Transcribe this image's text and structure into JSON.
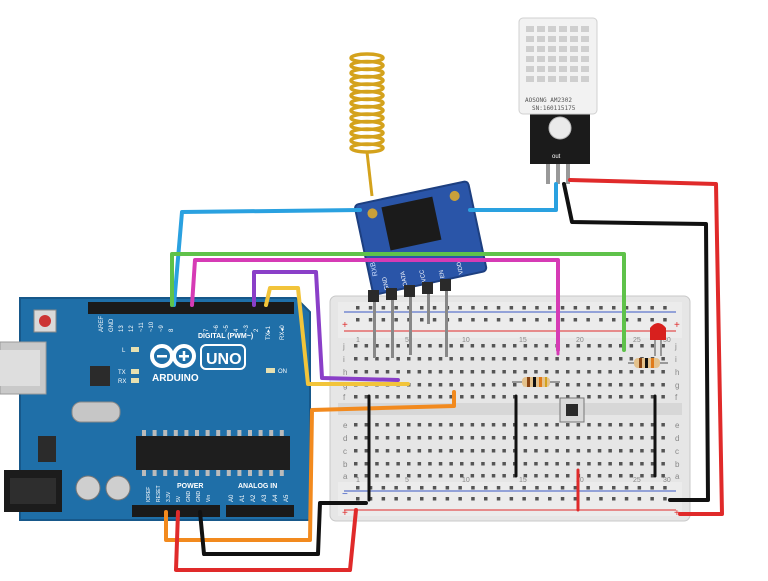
{
  "arduino": {
    "brand": "ARDUINO",
    "model": "UNO",
    "digital_label": "DIGITAL (PWM~)",
    "power_label": "POWER",
    "analog_label": "ANALOG IN",
    "tx_label": "TX",
    "rx_label": "RX",
    "l_label": "L",
    "on_label": "ON",
    "digital_pins": [
      "AREF",
      "GND",
      "13",
      "12",
      "~11",
      "~10",
      "~9",
      "8",
      "7",
      "~6",
      "~5",
      "4",
      "~3",
      "2",
      "TX▸1",
      "RX◂0"
    ],
    "power_pins": [
      "IOREF",
      "RESET",
      "3.3V",
      "5V",
      "GND",
      "GND",
      "Vin"
    ],
    "analog_pins": [
      "A0",
      "A1",
      "A2",
      "A3",
      "A4",
      "A5"
    ]
  },
  "radio_module": {
    "pins": [
      "GND",
      "DATA",
      "VCC",
      "EN",
      "VDD"
    ],
    "side_text": "RXB6"
  },
  "sensor": {
    "line1": "AOSONG AM2302",
    "line2": "SN:160115175",
    "pin_label": "out"
  },
  "breadboard": {
    "row_letters_top": [
      "j",
      "i",
      "h",
      "g",
      "f"
    ],
    "row_letters_bottom": [
      "e",
      "d",
      "c",
      "b",
      "a"
    ],
    "column_numbers": [
      "1",
      "5",
      "10",
      "15",
      "20",
      "25",
      "30"
    ],
    "rail_plus": "+",
    "rail_minus": "−"
  },
  "colors": {
    "board": "#1f6fa8",
    "breadboard": "#e9e9e9",
    "wire_blue": "#2aa1e0",
    "wire_green": "#5fc24a",
    "wire_magenta": "#d63bb5",
    "wire_purple": "#8a3fc8",
    "wire_yellow": "#f2c43a",
    "wire_orange": "#f28a1e",
    "wire_red": "#e02a2a",
    "wire_black": "#111111",
    "coil": "#d4a21c",
    "module": "#2a55a8"
  }
}
